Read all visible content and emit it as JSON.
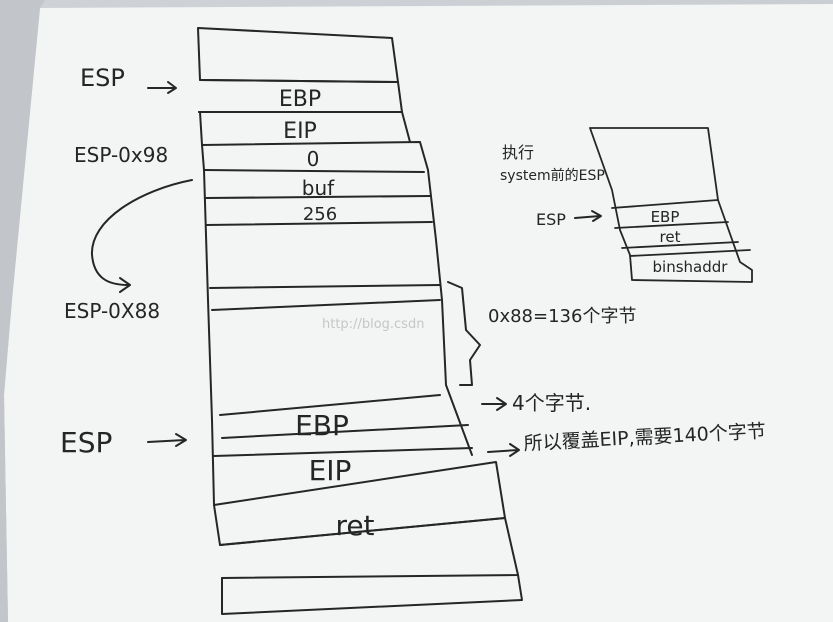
{
  "main_stack": {
    "left_labels": {
      "esp_top": "ESP",
      "esp_0x98": "ESP-0x98",
      "esp_0x88": "ESP-0X88",
      "esp_bottom": "ESP"
    },
    "cells": {
      "ebp_top": "EBP",
      "eip_top": "EIP",
      "zero": "0",
      "buf": "buf",
      "n256": "256",
      "ebp_bottom": "EBP",
      "eip_bottom": "EIP",
      "ret": "ret"
    },
    "annotations": {
      "bytes_136": "0x88=136个字节",
      "bytes_4": "4个字节.",
      "overwrite_eip": "所以覆盖EIP,需要140个字节"
    }
  },
  "side_stack": {
    "caption_line1": "执行",
    "caption_line2": "system前的ESP",
    "esp_label": "ESP",
    "cells": {
      "ebp": "EBP",
      "ret": "ret",
      "binshaddr": "binshaddr"
    }
  },
  "watermark": "http://blog.csdn"
}
